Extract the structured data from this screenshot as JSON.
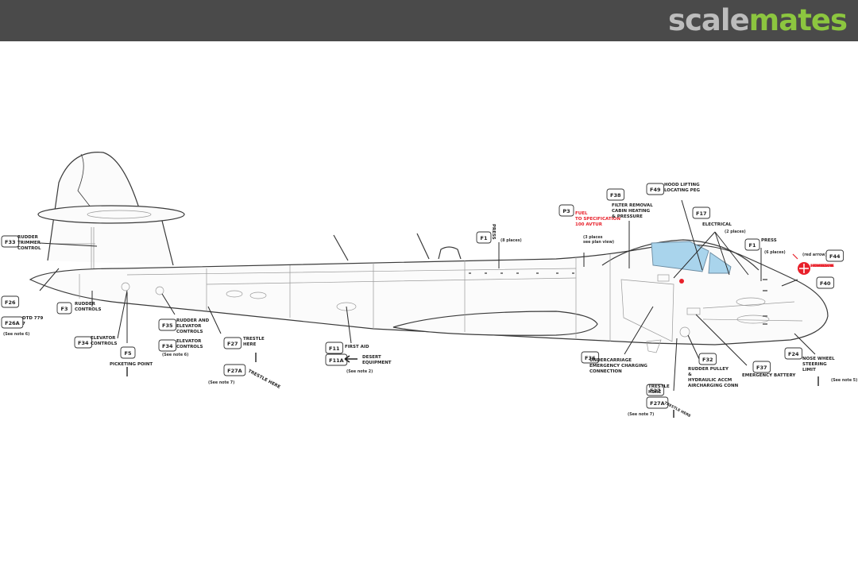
{
  "header": {
    "logo_part1": "scale",
    "logo_part2": "mates",
    "logo_color_gray": "#bdbdbd",
    "logo_color_green": "#8cc63f",
    "bar_color": "#4a4a4a"
  },
  "diagram": {
    "stencils": [
      {
        "code": "F33",
        "lines": [
          "RUDDER",
          "TRIMMER",
          "CONTROL"
        ],
        "red": false
      },
      {
        "code": "F26",
        "lines": [],
        "red": false
      },
      {
        "code": "F26A",
        "lines": [
          "DTD 779",
          "7"
        ],
        "red": false
      },
      {
        "code": "F3",
        "lines": [
          "RUDDER",
          "CONTROLS"
        ],
        "red": false
      },
      {
        "code": "F34",
        "lines": [
          "ELEVATOR",
          "CONTROLS"
        ],
        "red": false
      },
      {
        "code": "F5",
        "lines": [
          "PICKETING POINT"
        ],
        "red": false
      },
      {
        "code": "F35",
        "lines": [
          "RUDDER AND",
          "ELEVATOR",
          "CONTROLS"
        ],
        "red": false
      },
      {
        "code": "F34",
        "lines": [
          "ELEVATOR",
          "CONTROLS"
        ],
        "red": false
      },
      {
        "code": "F27",
        "lines": [
          "TRESTLE",
          "HERE"
        ],
        "red": false
      },
      {
        "code": "F27A",
        "lines": [],
        "red": false
      },
      {
        "code": "F11",
        "lines": [
          "FIRST AID"
        ],
        "red": false
      },
      {
        "code": "F11A",
        "lines": [
          "DESERT",
          "EQUIPMENT"
        ],
        "red": false
      },
      {
        "code": "F1",
        "lines": [
          "PRESS"
        ],
        "red": false
      },
      {
        "code": "P3",
        "lines": [
          "FUEL",
          "TO SPECIFICATION",
          "100 AVTUR"
        ],
        "red": true
      },
      {
        "code": "F38",
        "lines": [
          "FILTER REMOVAL",
          "CABIN HEATING",
          "& PRESSURE"
        ],
        "red": false
      },
      {
        "code": "F49",
        "lines": [
          "HOOD LIFTING",
          "LOCATING PEG"
        ],
        "red": false
      },
      {
        "code": "F17",
        "lines": [
          "ELECTRICAL"
        ],
        "red": false
      },
      {
        "code": "F1",
        "lines": [
          "PRESS"
        ],
        "red": false
      },
      {
        "code": "F44",
        "lines": [],
        "red": false
      },
      {
        "code": "F40",
        "lines": [],
        "red": false
      },
      {
        "code": "F36",
        "lines": [
          "UNDERCARRIAGE",
          "EMERGENCY CHARGING",
          "CONNECTION"
        ],
        "red": false
      },
      {
        "code": "F27",
        "lines": [
          "TRESTLE",
          "HERE"
        ],
        "red": false
      },
      {
        "code": "F27A",
        "lines": [],
        "red": false
      },
      {
        "code": "F32",
        "lines": [
          "RUDDER PULLEY",
          "&",
          "HYDRAULIC ACCM",
          "AIRCHARGING CONN"
        ],
        "red": false
      },
      {
        "code": "F37",
        "lines": [
          "EMERGENCY BATTERY"
        ],
        "red": false
      },
      {
        "code": "F24",
        "lines": [
          "NOSE WHEEL",
          "STEERING",
          "LIMIT"
        ],
        "red": false
      }
    ],
    "notes": {
      "see_note_6": "(See note 6)",
      "see_note_6b": "(See note 6)",
      "see_note_7": "(See note 7)",
      "see_note_2": "(See note 2)",
      "see_note_7b": "(See note 7)",
      "see_note_5": "(See note 5)",
      "press_places": "(8 places)",
      "fuel_places": "(3 places",
      "fuel_places2": "see plan view)",
      "electrical_places": "(2 places)",
      "press2_places": "(6 places)",
      "red_arrow": "(red arrow)",
      "emergency_text": "EMERGENCY HOOD RELEASE ON OTHER SIDE",
      "trestle_here_rotated": "TRESTLE HERE",
      "trestle_here_rotated2": "TRESTLE HERE"
    },
    "colors": {
      "line": "#3a3a3a",
      "panel": "#9a9a9a",
      "stencil_red": "#e8202a",
      "canopy": "#a9d4ec",
      "fuselage_fill": "#fbfbfb"
    }
  }
}
